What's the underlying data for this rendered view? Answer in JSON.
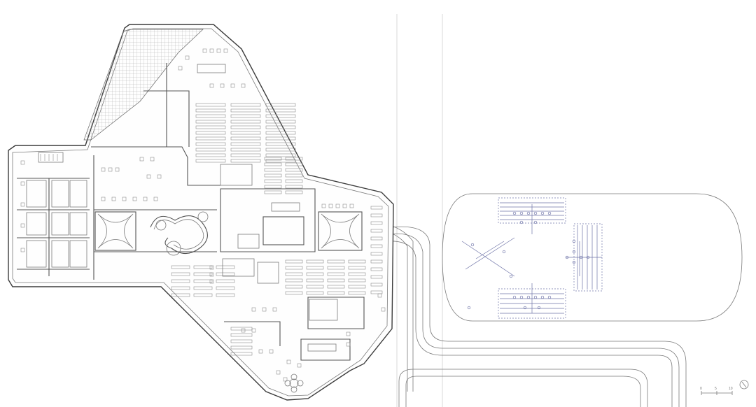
{
  "scale_bar": {
    "labels": [
      "0",
      "5",
      "10"
    ]
  },
  "colors": {
    "linework": "#555555",
    "hatch": "#9a9a9a",
    "accent_lines": "#6f74a8",
    "paper": "#ffffff"
  }
}
